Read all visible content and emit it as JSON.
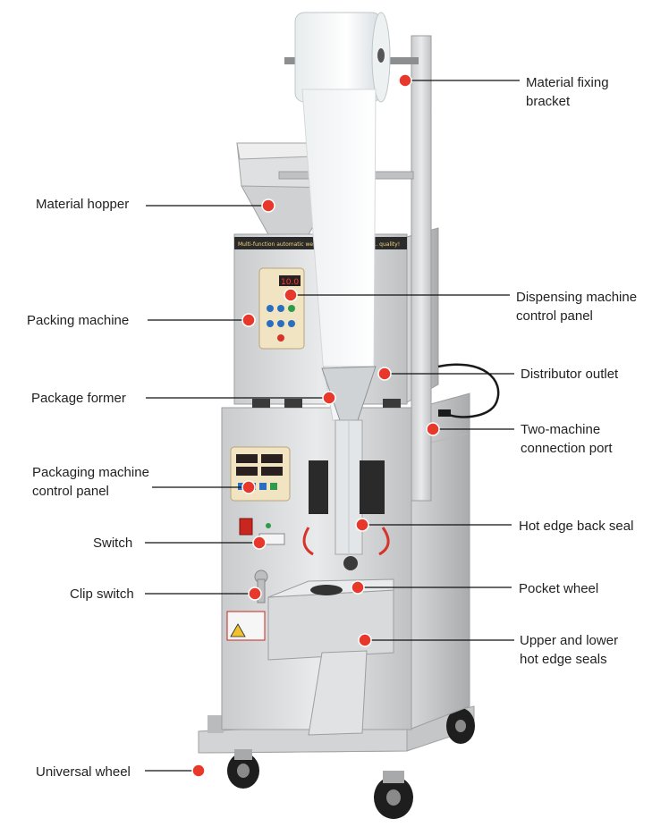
{
  "accent_color": "#e8382c",
  "leader_color": "#111111",
  "labels": {
    "material_fixing_bracket": "Material fixing\nbracket",
    "material_hopper": "Material hopper",
    "dispensing_control_panel": "Dispensing machine\ncontrol panel",
    "packing_machine": "Packing machine",
    "distributor_outlet": "Distributor outlet",
    "package_former": "Package former",
    "two_machine_port": "Two-machine\nconnection port",
    "packaging_control_panel": "Packaging machine\ncontrol panel",
    "hot_edge_back_seal": "Hot edge back seal",
    "switch": "Switch",
    "pocket_wheel": "Pocket wheel",
    "clip_switch": "Clip switch",
    "upper_lower_seals": "Upper and lower\nhot edge seals",
    "universal_wheel": "Universal wheel"
  },
  "machine_text": {
    "banner": "Multi-function automatic weighing filling machine ... quality!",
    "display_dispensing": "10.0"
  },
  "icons": {
    "callout_marker": "red-dot-icon",
    "warning": "warning-triangle-icon"
  }
}
